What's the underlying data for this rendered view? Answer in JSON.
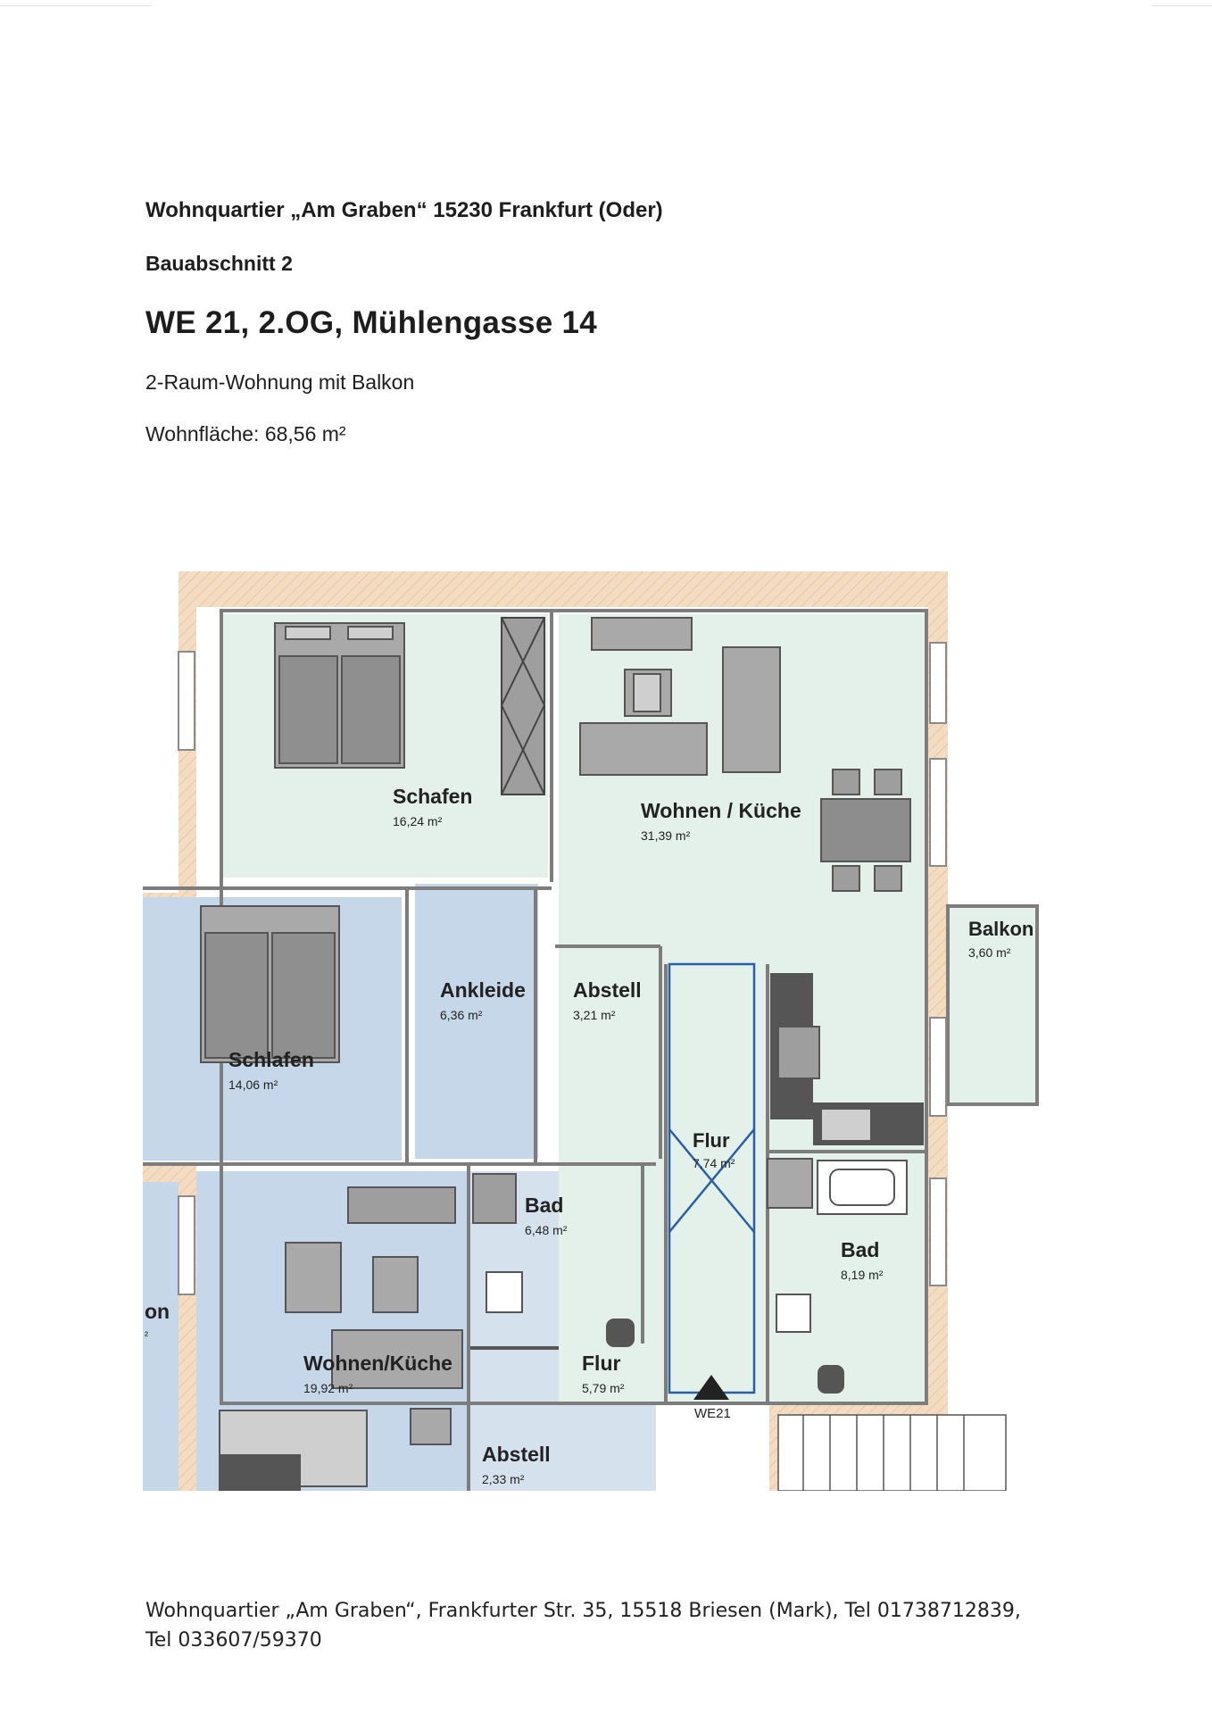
{
  "header": {
    "project": "Wohnquartier „Am Graben“ 15230 Frankfurt (Oder)",
    "section": "Bauabschnitt 2",
    "unit": "WE 21, 2.OG, Mühlengasse 14",
    "type": "2-Raum-Wohnung mit Balkon",
    "area": "Wohnfläche: 68,56 m²"
  },
  "rooms": {
    "schafen": {
      "name": "Schafen",
      "area": "16,24 m²"
    },
    "wohnen_kueche": {
      "name": "Wohnen / Küche",
      "area": "31,39 m²"
    },
    "balkon": {
      "name": "Balkon",
      "area": "3,60 m²"
    },
    "ankleide": {
      "name": "Ankleide",
      "area": "6,36 m²"
    },
    "abstell_1": {
      "name": "Abstell",
      "area": "3,21 m²"
    },
    "schlafen": {
      "name": "Schlafen",
      "area": "14,06 m²"
    },
    "flur_1": {
      "name": "Flur",
      "area": "7,74 m²"
    },
    "bad_1": {
      "name": "Bad",
      "area": "6,48 m²"
    },
    "bad_2": {
      "name": "Bad",
      "area": "8,19 m²"
    },
    "balkon_partial": {
      "name": "on",
      "area": "²"
    },
    "wohnen_kueche_2": {
      "name": "Wohnen/Küche",
      "area": "19,92 m²"
    },
    "flur_2": {
      "name": "Flur",
      "area": "5,79 m²"
    },
    "abstell_2": {
      "name": "Abstell",
      "area": "2,33 m²"
    }
  },
  "entrance_label": "WE21",
  "colors": {
    "apartment_green": "#e3f1ea",
    "neighbor_blue": "#c7d7ea",
    "wall_orange": "#f0cfac",
    "furniture_gray": "#a9a9a9",
    "kitchen_dark": "#555555",
    "outline_blue": "#2a5fa5"
  },
  "footer": {
    "line1": "Wohnquartier „Am Graben“, Frankfurter Str. 35, 15518 Briesen (Mark), Tel 01738712839,",
    "line2": "Tel 033607/59370"
  }
}
